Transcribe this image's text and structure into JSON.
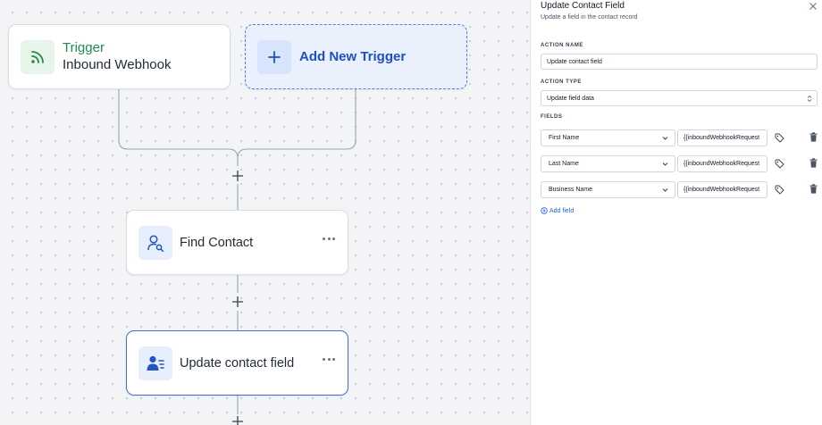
{
  "canvas": {
    "trigger": {
      "kind": "Trigger",
      "name": "Inbound Webhook",
      "icon": "rss-icon"
    },
    "add_trigger": {
      "label": "Add New Trigger",
      "icon": "plus-icon"
    },
    "actions": [
      {
        "label": "Find Contact",
        "icon": "search-contact-icon"
      },
      {
        "label": "Update contact field",
        "icon": "contact-list-icon",
        "selected": true
      }
    ]
  },
  "panel": {
    "title": "Update Contact Field",
    "subtitle": "Update a field in the contact record",
    "action_name": {
      "label": "ACTION NAME",
      "value": "Update contact field"
    },
    "action_type": {
      "label": "ACTION TYPE",
      "value": "Update field data"
    },
    "fields": {
      "label": "FIELDS",
      "rows": [
        {
          "field": "First Name",
          "value": "{{inboundWebhookRequest"
        },
        {
          "field": "Last Name",
          "value": "{{inboundWebhookRequest"
        },
        {
          "field": "Business Name",
          "value": "{{inboundWebhookRequest"
        }
      ],
      "add_label": "Add field"
    }
  },
  "colors": {
    "trigger_green": "#1f8a4c",
    "accent_blue": "#2563eb",
    "selected_border": "#3b6fe0"
  }
}
